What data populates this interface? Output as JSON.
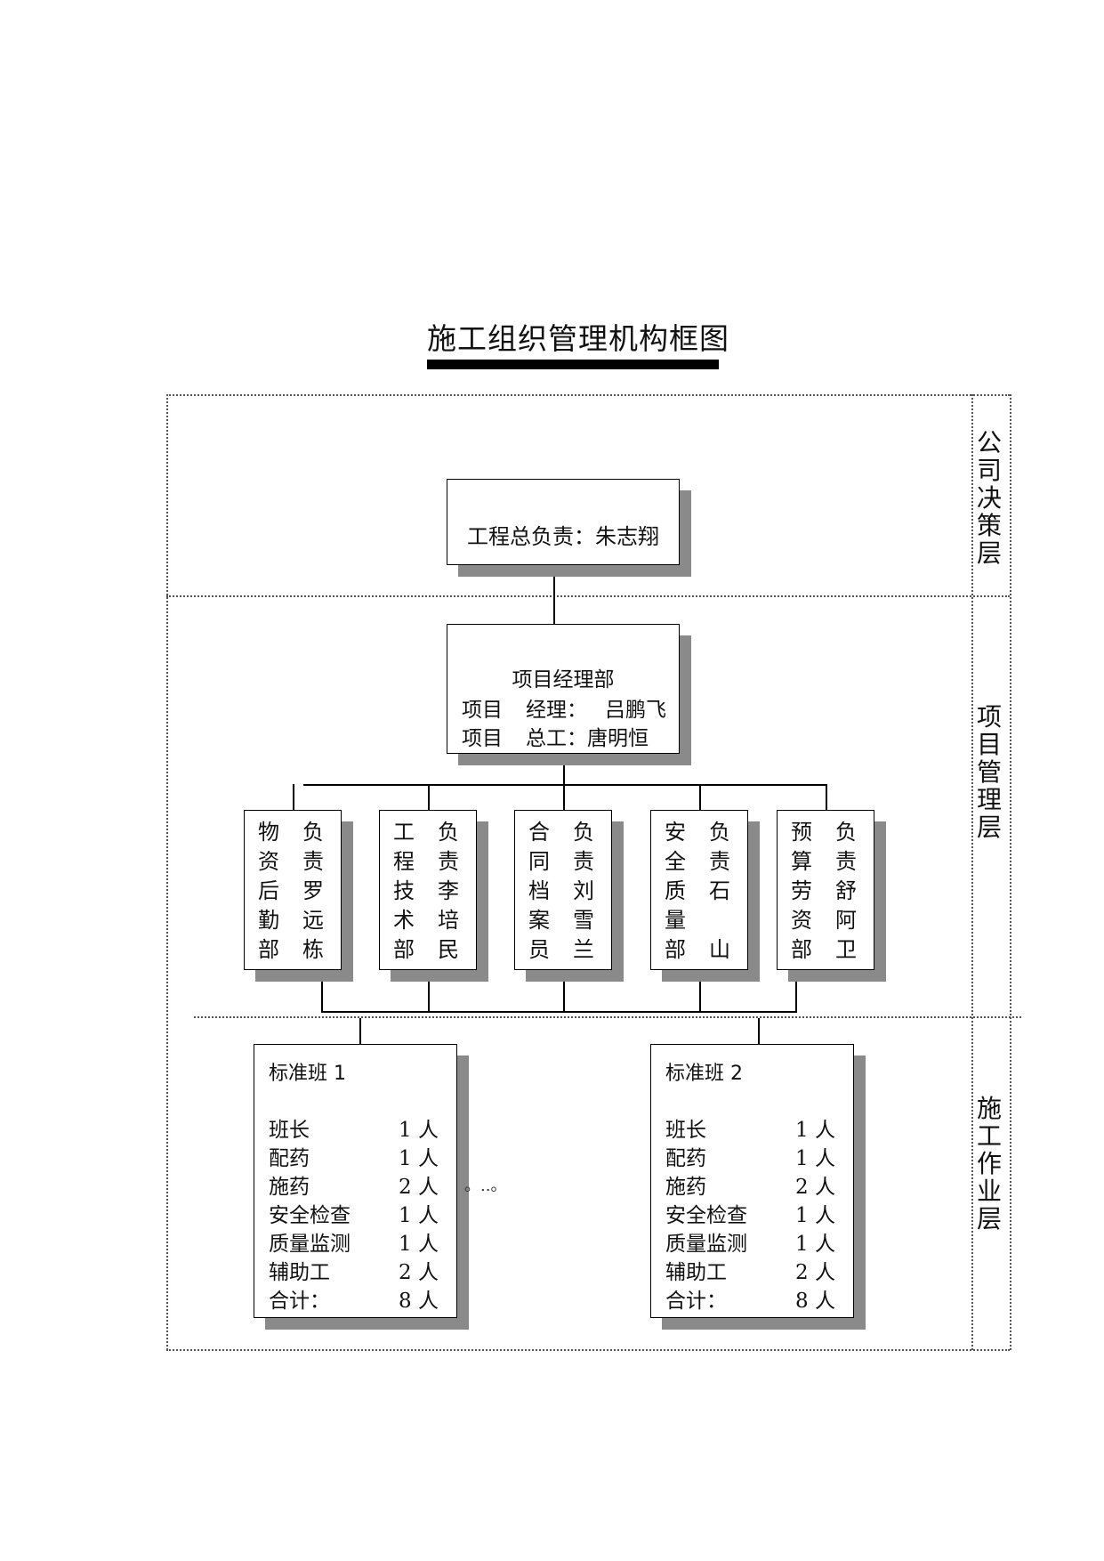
{
  "title": "施工组织管理机构框图",
  "layers": {
    "company": [
      "公",
      "司",
      "决",
      "策",
      "层"
    ],
    "project": [
      "项",
      "目",
      "管",
      "理",
      "层"
    ],
    "construction": [
      "施",
      "工",
      "作",
      "业",
      "层"
    ]
  },
  "top": {
    "text": "工程总负责：朱志翔"
  },
  "pm": {
    "heading": "项目经理部",
    "rows": [
      {
        "a": "项目",
        "b": "经理：",
        "c": "吕鹏飞"
      },
      {
        "a": "项目",
        "b": "总工：",
        "c": "唐明恒"
      }
    ]
  },
  "departments": [
    {
      "left": [
        "物",
        "资",
        "后",
        "勤",
        "部"
      ],
      "right": [
        "负",
        "责",
        "罗",
        "远",
        "栋"
      ]
    },
    {
      "left": [
        "工",
        "程",
        "技",
        "术",
        "部"
      ],
      "right": [
        "负",
        "责",
        "李",
        "培",
        "民"
      ]
    },
    {
      "left": [
        "合",
        "同",
        "档",
        "案",
        "员"
      ],
      "right": [
        "负",
        "责",
        "刘",
        "雪",
        "兰"
      ]
    },
    {
      "left": [
        "安",
        "全",
        "质",
        "量",
        "部"
      ],
      "right": [
        "负",
        "责",
        "石",
        "",
        "山"
      ]
    },
    {
      "left": [
        "预",
        "算",
        "劳",
        "资",
        "部"
      ],
      "right": [
        "负",
        "责",
        "舒",
        "阿",
        "卫"
      ]
    }
  ],
  "teams": [
    {
      "title": "标准班 1",
      "rows": [
        {
          "k": "班长",
          "v": "1 人"
        },
        {
          "k": "配药",
          "v": "1 人"
        },
        {
          "k": "施药",
          "v": "2 人"
        },
        {
          "k": "安全检查",
          "v": "1 人"
        },
        {
          "k": "质量监测",
          "v": "1 人"
        },
        {
          "k": "辅助工",
          "v": "2 人"
        },
        {
          "k": "合计：",
          "v": "8 人"
        }
      ]
    },
    {
      "title": "标准班 2",
      "rows": [
        {
          "k": "班长",
          "v": "1 人"
        },
        {
          "k": "配药",
          "v": "1 人"
        },
        {
          "k": "施药",
          "v": "2 人"
        },
        {
          "k": "安全检查",
          "v": "1 人"
        },
        {
          "k": "质量监测",
          "v": "1 人"
        },
        {
          "k": "辅助工",
          "v": "2 人"
        },
        {
          "k": "合计：",
          "v": "8 人"
        }
      ]
    }
  ],
  "stray_text": "。..。"
}
